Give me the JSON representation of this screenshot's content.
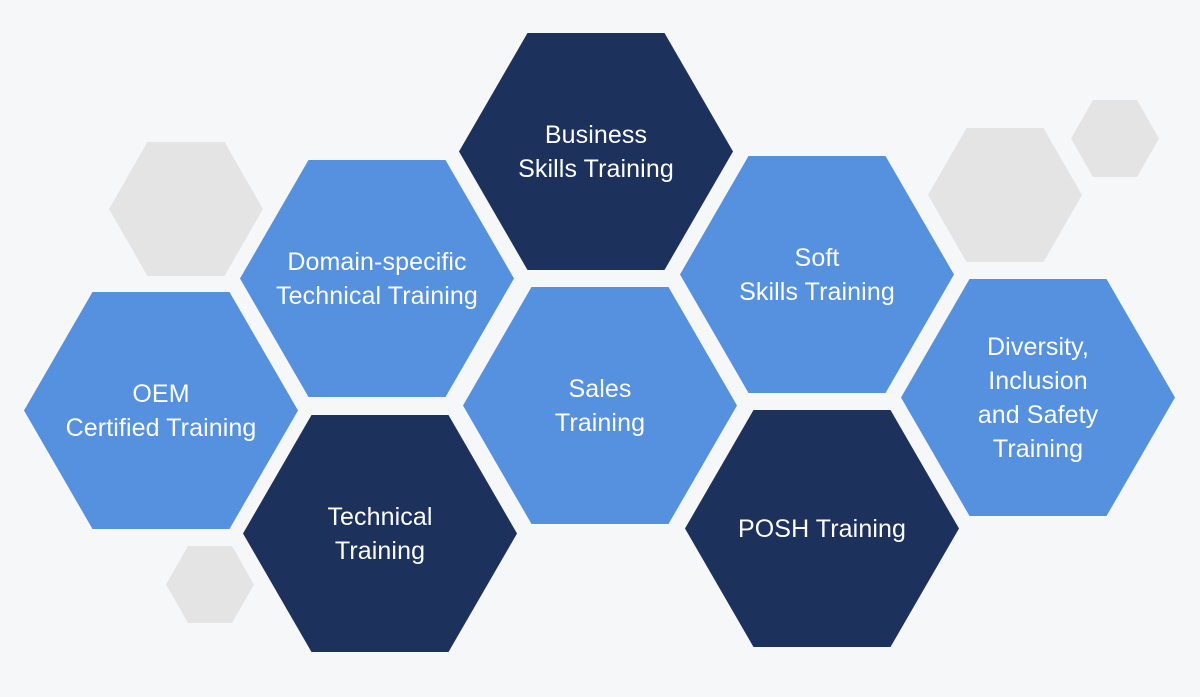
{
  "colors": {
    "background": "#f6f7f8",
    "light_blue": "#5591df",
    "dark_navy": "#1c315b",
    "decorative_grey": "#e4e4e4",
    "text": "#ffffff"
  },
  "hexagons": [
    {
      "id": "business-skills",
      "color": "dark_navy",
      "lines": [
        "Business",
        "Skills Training"
      ]
    },
    {
      "id": "domain-specific",
      "color": "light_blue",
      "lines": [
        "Domain-specific",
        "Technical Training"
      ]
    },
    {
      "id": "soft-skills",
      "color": "light_blue",
      "lines": [
        "Soft",
        "Skills Training"
      ]
    },
    {
      "id": "oem-certified",
      "color": "light_blue",
      "lines": [
        "OEM",
        "Certified Training"
      ]
    },
    {
      "id": "sales",
      "color": "light_blue",
      "lines": [
        "Sales",
        "Training"
      ]
    },
    {
      "id": "diversity",
      "color": "light_blue",
      "lines": [
        "Diversity,",
        "Inclusion",
        "and Safety",
        "Training"
      ]
    },
    {
      "id": "technical",
      "color": "dark_navy",
      "lines": [
        "Technical",
        "Training"
      ]
    },
    {
      "id": "posh",
      "color": "dark_navy",
      "lines": [
        "POSH Training"
      ]
    }
  ]
}
